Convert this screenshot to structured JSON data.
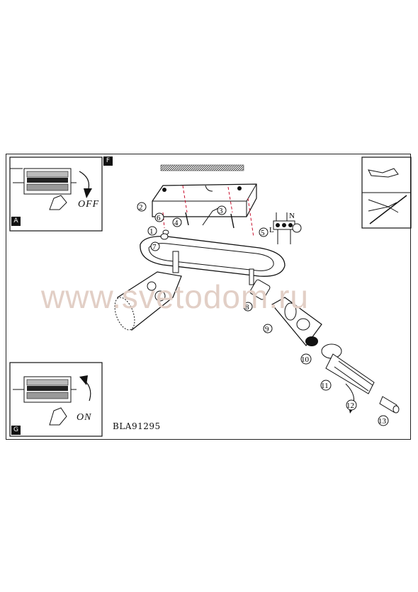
{
  "watermark": "www.svetodom.ru",
  "model_code": "BLA91295",
  "switch_off_label": "OFF",
  "switch_on_label": "ON",
  "corner_tags": {
    "top_right": "F",
    "top_left_panel": "A",
    "bottom_left_panel": "G"
  },
  "callouts": [
    "1",
    "2",
    "3",
    "4",
    "5",
    "6",
    "7",
    "8",
    "9",
    "10",
    "11",
    "12",
    "13"
  ],
  "terminal_labels": {
    "left": "L",
    "right": "N"
  }
}
